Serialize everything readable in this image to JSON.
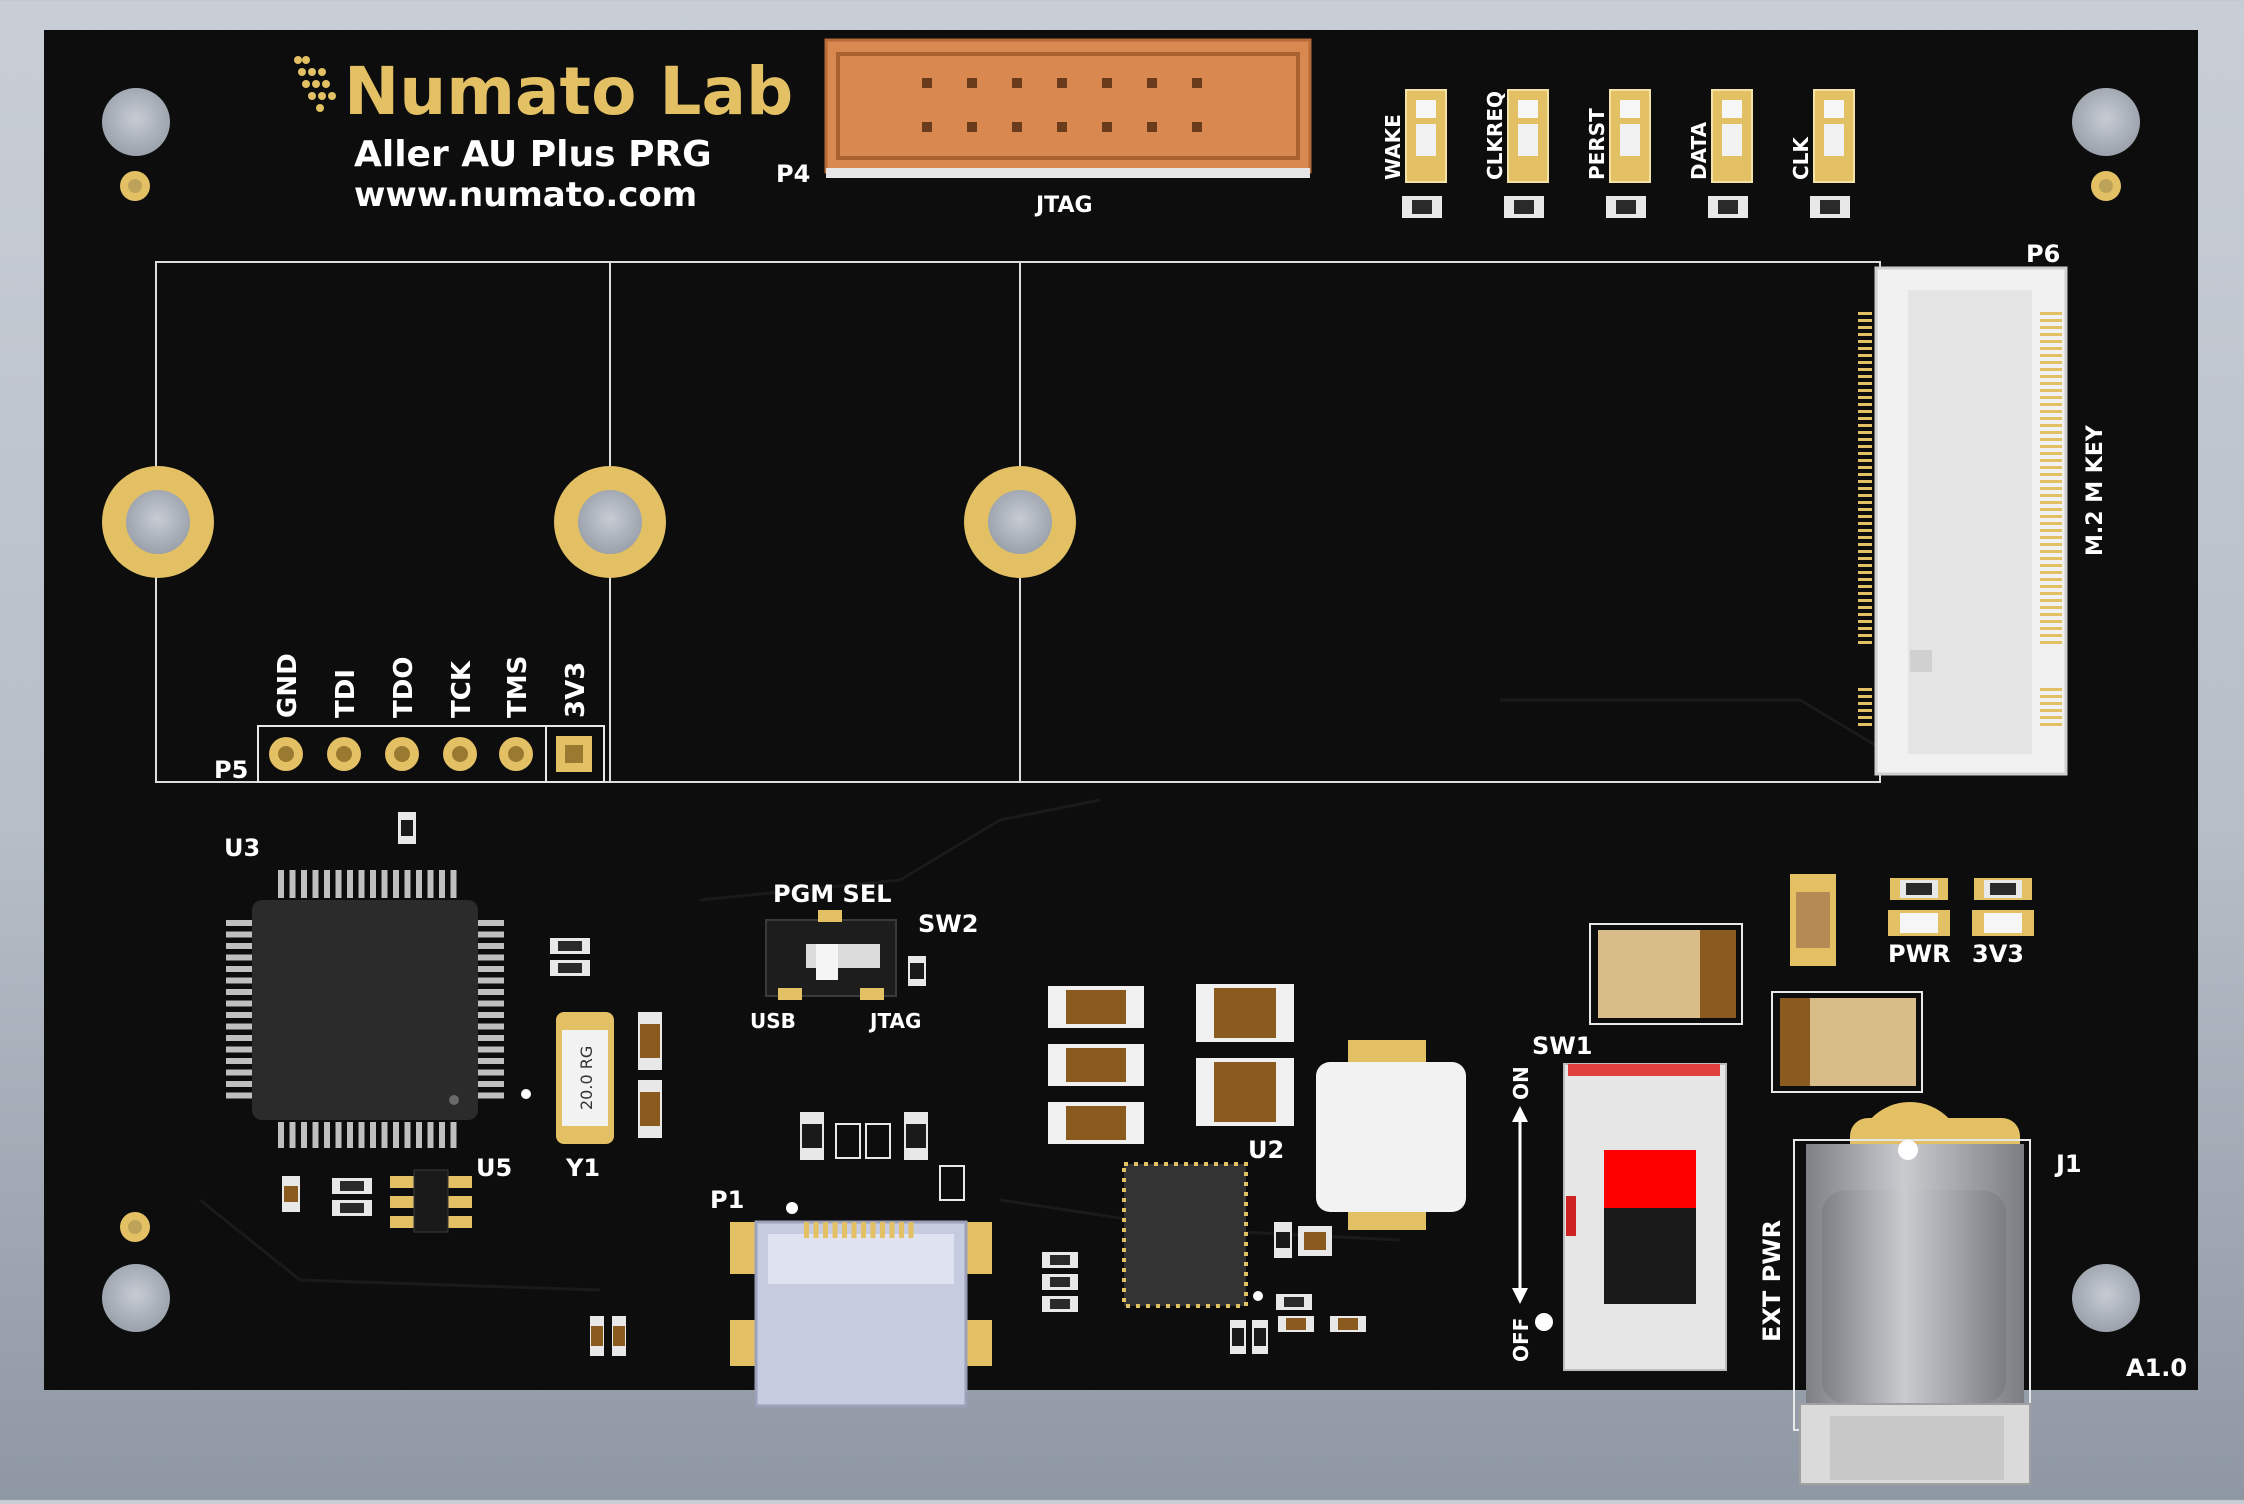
{
  "board": {
    "brand": "Numato Lab",
    "product": "Aller AU Plus PRG",
    "website": "www.numato.com",
    "revision": "A1.0"
  },
  "connectors": {
    "p4": {
      "designator": "P4",
      "label": "JTAG"
    },
    "p5": {
      "designator": "P5",
      "pins": [
        "GND",
        "TDI",
        "TDO",
        "TCK",
        "TMS",
        "3V3"
      ]
    },
    "p6": {
      "designator": "P6",
      "label": "M.2 M KEY"
    },
    "p1": {
      "designator": "P1"
    },
    "j1": {
      "designator": "J1",
      "label": "EXT PWR"
    }
  },
  "leds_top": [
    "WAKE",
    "CLKREQ",
    "PERST",
    "DATA",
    "CLK"
  ],
  "leds_power": [
    "PWR",
    "3V3"
  ],
  "switches": {
    "sw2": {
      "designator": "SW2",
      "title": "PGM SEL",
      "left": "USB",
      "right": "JTAG"
    },
    "sw1": {
      "designator": "SW1",
      "on": "ON",
      "off": "OFF"
    }
  },
  "components": {
    "u3": "U3",
    "u5": "U5",
    "u2": "U2",
    "y1": "Y1",
    "crystal_marking": "20.0 RG"
  },
  "colors": {
    "pcb": "#0d0d0d",
    "gold": "#e2c063",
    "copper_header": "#d98950",
    "led_body": "#f2d37a",
    "switch_red": "#ff0000",
    "usb_metal": "#c7cbe0"
  }
}
